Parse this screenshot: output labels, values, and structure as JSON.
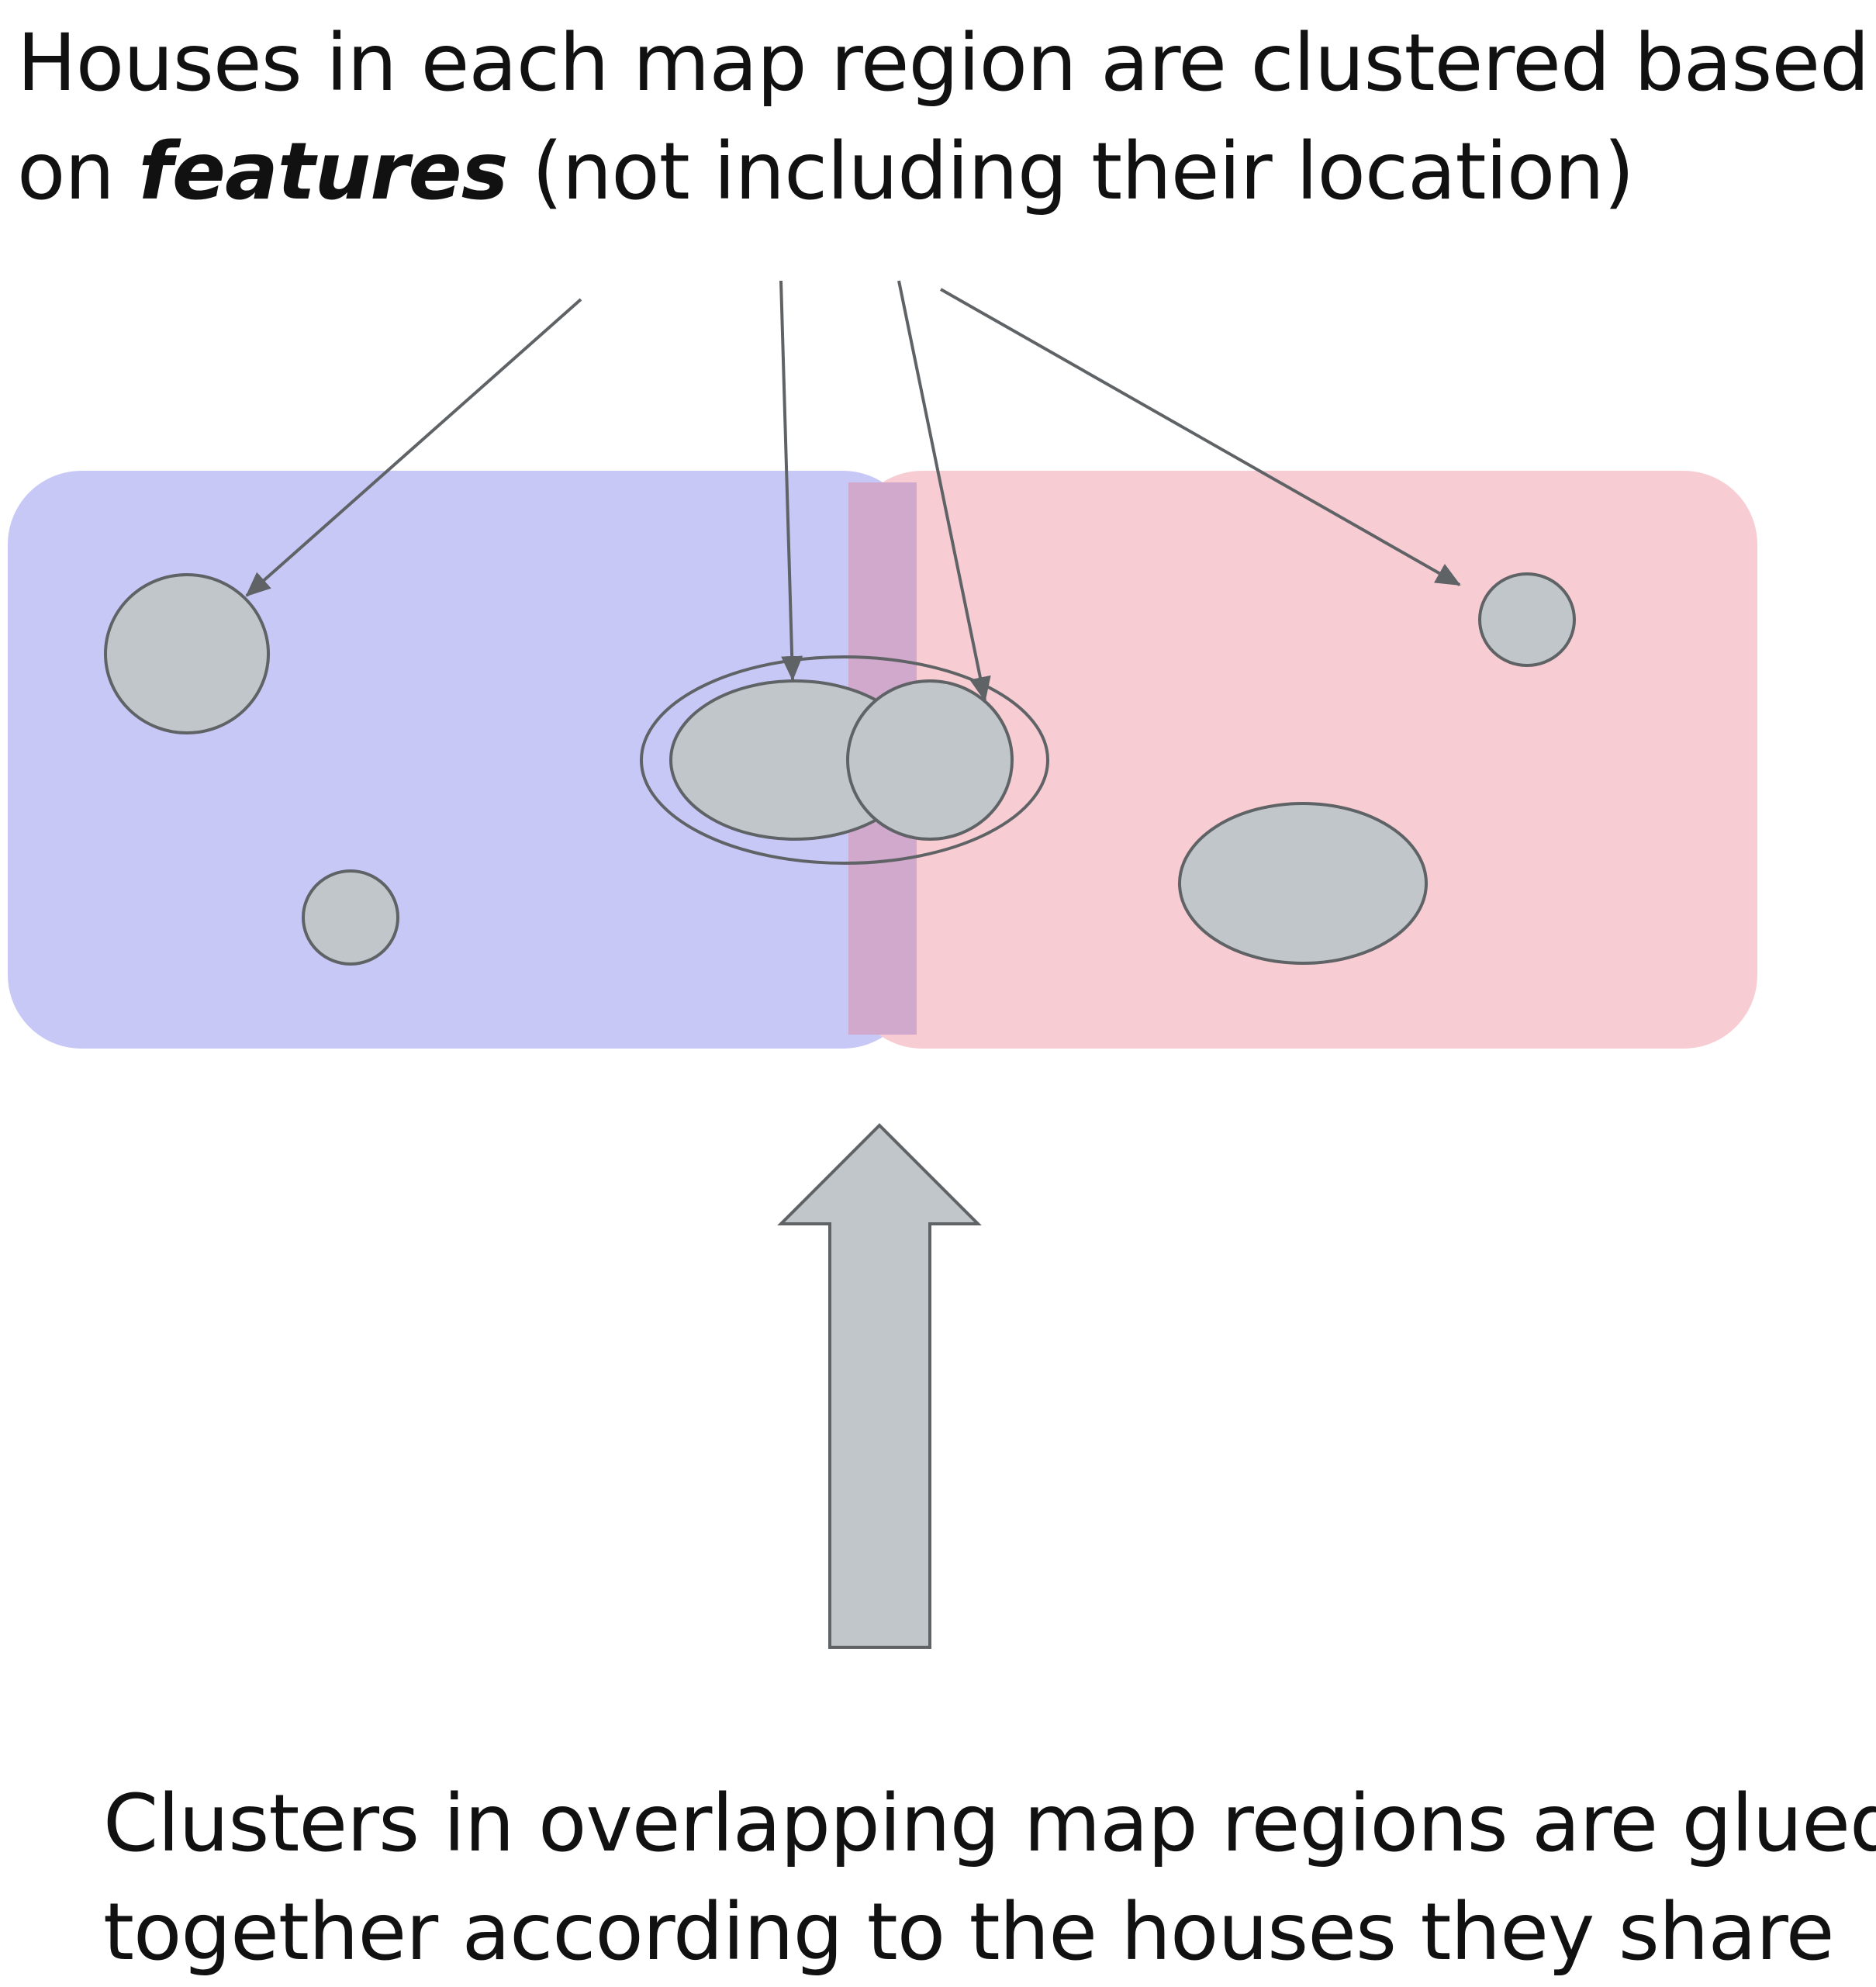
{
  "top_caption": {
    "line1": "Houses in each map region are clustered based",
    "line2_prefix": "on ",
    "line2_emphasis": "features",
    "line2_suffix": " (not including their location)"
  },
  "bottom_caption": {
    "line1": "Clusters in overlapping map regions are glued",
    "line2": "together according to the houses they share"
  },
  "colors": {
    "left_region": "#c8c8f7",
    "right_region": "#f7cdd3",
    "overlap": "#d0a9cd",
    "cluster_fill": "#c1c6cb",
    "stroke": "#5f6366",
    "text": "#111111"
  }
}
